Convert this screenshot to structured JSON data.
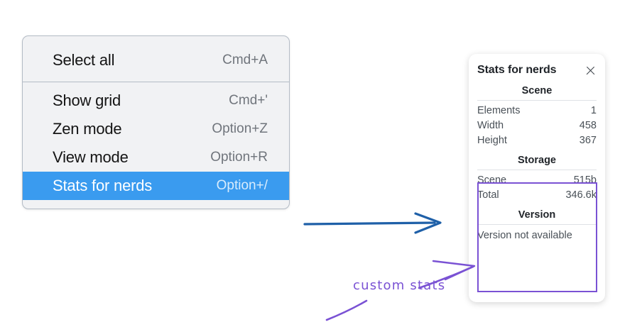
{
  "context_menu": {
    "groups": [
      {
        "items": [
          {
            "label": "Select all",
            "shortcut": "Cmd+A",
            "selected": false
          }
        ]
      },
      {
        "items": [
          {
            "label": "Show grid",
            "shortcut": "Cmd+'",
            "selected": false
          },
          {
            "label": "Zen mode",
            "shortcut": "Option+Z",
            "selected": false
          },
          {
            "label": "View mode",
            "shortcut": "Option+R",
            "selected": false
          },
          {
            "label": "Stats for nerds",
            "shortcut": "Option+/",
            "selected": true
          }
        ]
      }
    ],
    "highlight_color": "#3a9bef"
  },
  "stats_panel": {
    "title": "Stats for nerds",
    "close_icon": "close-icon",
    "sections": [
      {
        "heading": "Scene",
        "rows": [
          {
            "key": "Elements",
            "value": "1"
          },
          {
            "key": "Width",
            "value": "458"
          },
          {
            "key": "Height",
            "value": "367"
          }
        ]
      },
      {
        "heading": "Storage",
        "rows": [
          {
            "key": "Scene",
            "value": "515b"
          },
          {
            "key": "Total",
            "value": "346.6k"
          }
        ]
      },
      {
        "heading": "Version",
        "single_value": "Version not available"
      }
    ]
  },
  "annotations": {
    "custom_stats_label": "custom stats",
    "highlight_color": "#7a52d4",
    "arrow_color": "#1f60a8"
  }
}
